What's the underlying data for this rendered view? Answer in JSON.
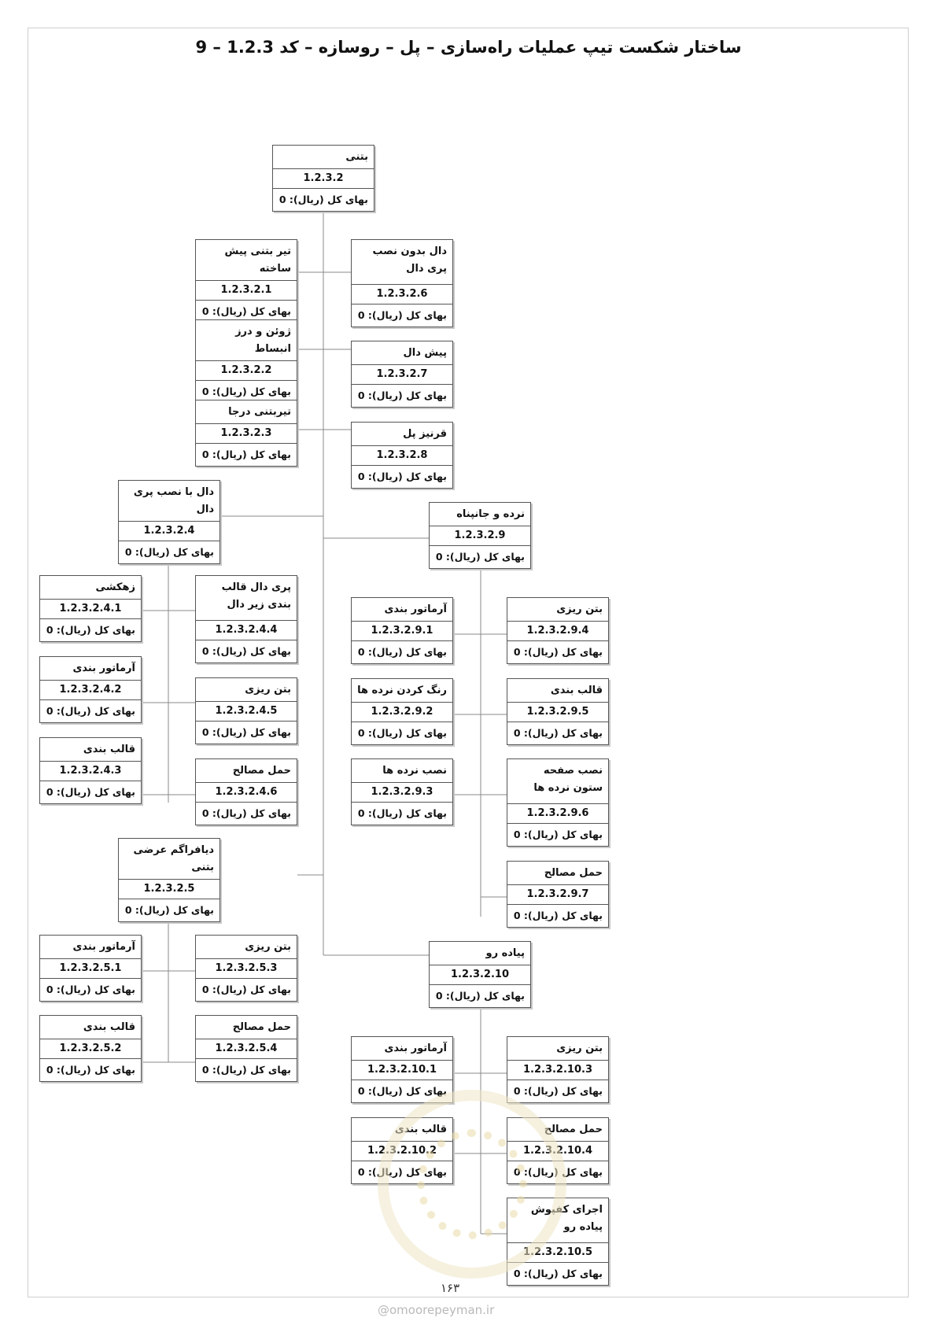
{
  "title": "ساختار شکست تیپ عملیات راه‌سازی – پل – روسازه – کد 1.2.3 – 9",
  "price_label": "بهای کل (ریال): 0",
  "page_number": "۱۶۳",
  "website": "@omoorepeyman.ir",
  "nodes": [
    {
      "id": "n_root",
      "name": "بتنی",
      "code": "1.2.3.2"
    },
    {
      "id": "n1",
      "name": "تیر بتنی پیش ساخته",
      "code": "1.2.3.2.1"
    },
    {
      "id": "n2",
      "name": "ژوئن و درز انبساط",
      "code": "1.2.3.2.2"
    },
    {
      "id": "n3",
      "name": "تیربتنی درجا",
      "code": "1.2.3.2.3"
    },
    {
      "id": "n4",
      "name": "دال با نصب پری دال",
      "code": "1.2.3.2.4"
    },
    {
      "id": "n41",
      "name": "زهکشی",
      "code": "1.2.3.2.4.1"
    },
    {
      "id": "n42",
      "name": "آرماتور بندی",
      "code": "1.2.3.2.4.2"
    },
    {
      "id": "n43",
      "name": "قالب بندی",
      "code": "1.2.3.2.4.3"
    },
    {
      "id": "n44",
      "name": "پری دال قالب بندی زیر دال",
      "code": "1.2.3.2.4.4"
    },
    {
      "id": "n45",
      "name": "بتن ریزی",
      "code": "1.2.3.2.4.5"
    },
    {
      "id": "n46",
      "name": "حمل مصالح",
      "code": "1.2.3.2.4.6"
    },
    {
      "id": "n5",
      "name": "دیافراگم عرضی بتنی",
      "code": "1.2.3.2.5"
    },
    {
      "id": "n51",
      "name": "آرماتور بندی",
      "code": "1.2.3.2.5.1"
    },
    {
      "id": "n52",
      "name": "قالب بندی",
      "code": "1.2.3.2.5.2"
    },
    {
      "id": "n53",
      "name": "بتن ریزی",
      "code": "1.2.3.2.5.3"
    },
    {
      "id": "n54",
      "name": "حمل مصالح",
      "code": "1.2.3.2.5.4"
    },
    {
      "id": "n6",
      "name": "دال بدون نصب پری دال",
      "code": "1.2.3.2.6"
    },
    {
      "id": "n7",
      "name": "پیش دال",
      "code": "1.2.3.2.7"
    },
    {
      "id": "n8",
      "name": "قرنیز پل",
      "code": "1.2.3.2.8"
    },
    {
      "id": "n9",
      "name": "نرده و جانپناه",
      "code": "1.2.3.2.9"
    },
    {
      "id": "n91",
      "name": "آرماتور بندی",
      "code": "1.2.3.2.9.1"
    },
    {
      "id": "n92",
      "name": "رنگ کردن نرده ها",
      "code": "1.2.3.2.9.2"
    },
    {
      "id": "n93",
      "name": "نصب نرده ها",
      "code": "1.2.3.2.9.3"
    },
    {
      "id": "n94",
      "name": "بتن ریزی",
      "code": "1.2.3.2.9.4"
    },
    {
      "id": "n95",
      "name": "قالب بندی",
      "code": "1.2.3.2.9.5"
    },
    {
      "id": "n96",
      "name": "نصب صفحه ستون نرده ها",
      "code": "1.2.3.2.9.6"
    },
    {
      "id": "n97",
      "name": "حمل مصالح",
      "code": "1.2.3.2.9.7"
    },
    {
      "id": "n10",
      "name": "پیاده رو",
      "code": "1.2.3.2.10"
    },
    {
      "id": "n101",
      "name": "آرماتور بندی",
      "code": "1.2.3.2.10.1"
    },
    {
      "id": "n102",
      "name": "قالب بندی",
      "code": "1.2.3.2.10.2"
    },
    {
      "id": "n103",
      "name": "بتن ریزی",
      "code": "1.2.3.2.10.3"
    },
    {
      "id": "n104",
      "name": "حمل مصالح",
      "code": "1.2.3.2.10.4"
    },
    {
      "id": "n105",
      "name": "اجرای کفپوش پیاده رو",
      "code": "1.2.3.2.10.5"
    }
  ]
}
